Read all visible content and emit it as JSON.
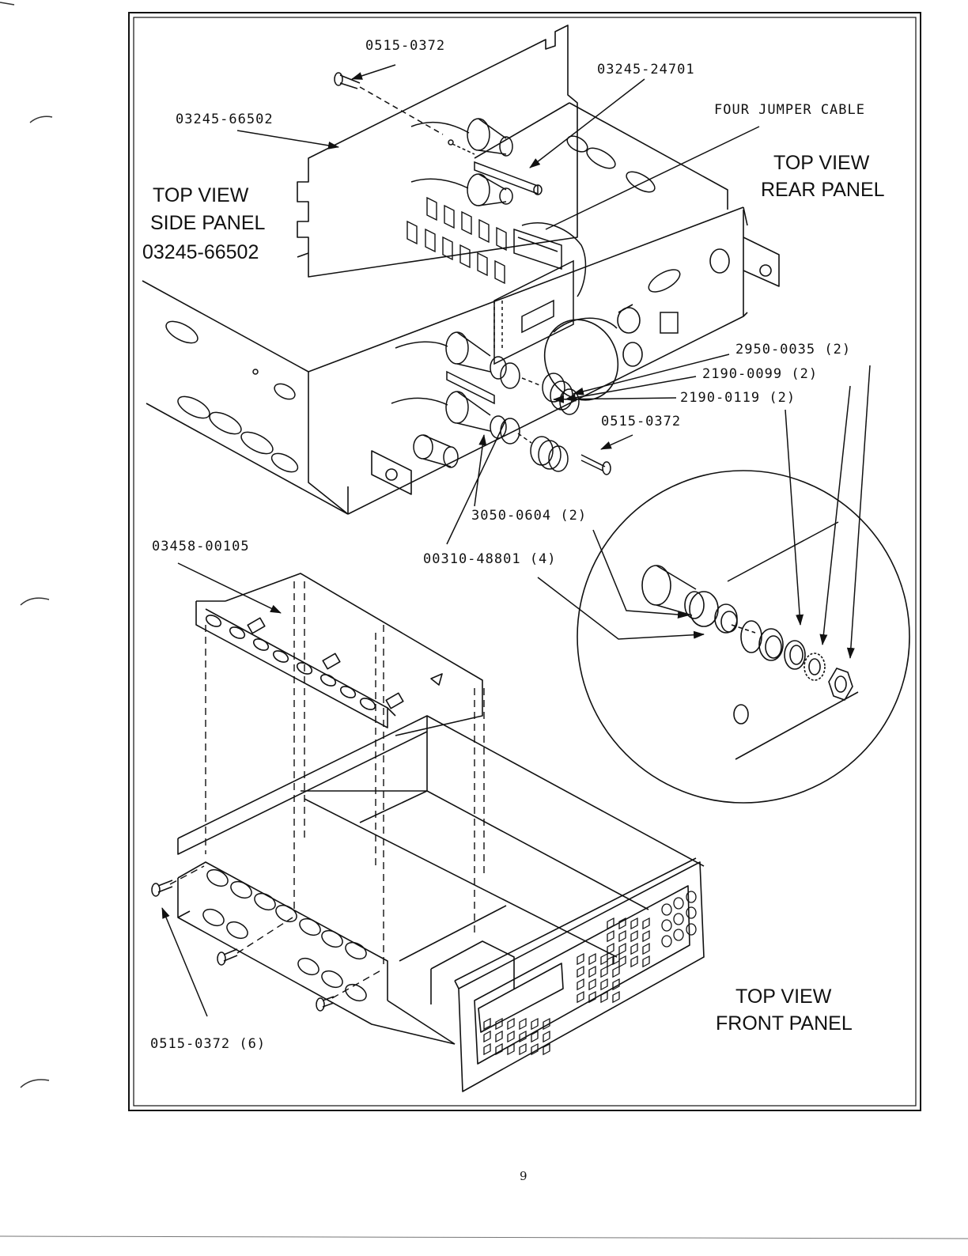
{
  "labels": {
    "p_0515_0372_top": "0515-0372",
    "p_03245_24701": "03245-24701",
    "p_03245_66502": "03245-66502",
    "four_jumper_cable": "FOUR JUMPER CABLE",
    "p_2950_0035": "2950-0035 (2)",
    "p_2190_0099": "2190-0099 (2)",
    "p_2190_0119": "2190-0119 (2)",
    "p_0515_0372_mid": "0515-0372",
    "p_3050_0604": "3050-0604 (2)",
    "p_00310_48801": "00310-48801 (4)",
    "p_03458_00105": "03458-00105",
    "p_0515_0372_bottom": "0515-0372 (6)"
  },
  "headings": {
    "side_panel": {
      "line1": "TOP VIEW",
      "line2": "SIDE PANEL",
      "line3": "03245-66502"
    },
    "rear_panel": {
      "line1": "TOP VIEW",
      "line2": "REAR PANEL"
    },
    "front_panel": {
      "line1": "TOP VIEW",
      "line2": "FRONT PANEL"
    }
  },
  "page_number": "9",
  "colors": {
    "ink": "#111111",
    "paper": "#ffffff"
  }
}
